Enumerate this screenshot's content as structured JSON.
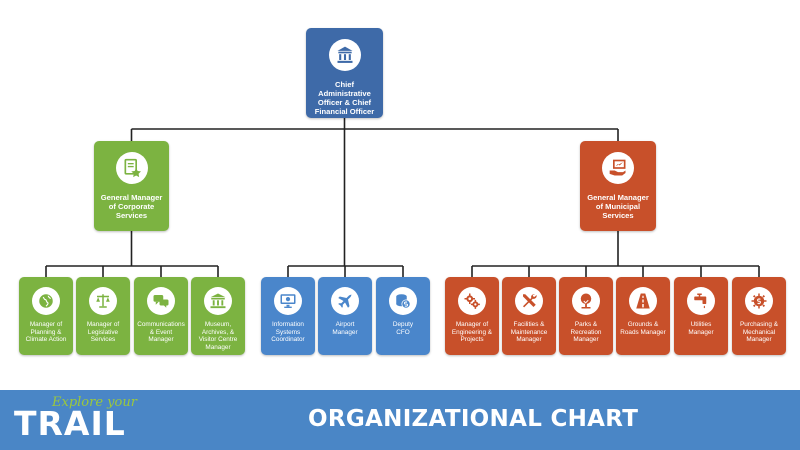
{
  "chart": {
    "root": {
      "label": "Chief\nAdministrative\nOfficer & Chief\nFinancial Officer",
      "icon": "city-hall-icon"
    },
    "branches": [
      {
        "label": "General Manager\nof Corporate\nServices",
        "icon": "document-star-icon",
        "color": "#7cb341",
        "children": [
          {
            "label": "Manager of\nPlanning &\nClimate Action",
            "icon": "globe-icon"
          },
          {
            "label": "Manager of\nLegislative\nServices",
            "icon": "scales-icon"
          },
          {
            "label": "Communications\n& Event\nManager",
            "icon": "chat-bubbles-icon"
          },
          {
            "label": "Museum,\nArchives, &\nVisitor Centre\nManager",
            "icon": "museum-icon"
          }
        ]
      },
      {
        "label": "",
        "icon": "",
        "color": "#4a86cb",
        "children": [
          {
            "label": "Information\nSystems\nCoordinator",
            "icon": "monitor-icon"
          },
          {
            "label": "Airport\nManager",
            "icon": "airplane-icon"
          },
          {
            "label": "Deputy\nCFO",
            "icon": "coins-icon"
          }
        ]
      },
      {
        "label": "General Manager\nof Municipal\nServices",
        "icon": "hand-plan-icon",
        "color": "#c8502a",
        "children": [
          {
            "label": "Manager of\nEngineering &\nProjects",
            "icon": "gears-icon"
          },
          {
            "label": "Facilities &\nMaintenance\nManager",
            "icon": "wrench-screwdriver-icon"
          },
          {
            "label": "Parks &\nRecreation\nManager",
            "icon": "tree-icon"
          },
          {
            "label": "Grounds &\nRoads Manager",
            "icon": "road-icon"
          },
          {
            "label": "Utilities\nManager",
            "icon": "faucet-icon"
          },
          {
            "label": "Purchasing &\nMechanical\nManager",
            "icon": "gear-dollar-icon"
          }
        ]
      }
    ]
  },
  "footer": {
    "title": "ORGANIZATIONAL CHART",
    "logo_script": "Explore your",
    "logo_word": "TRAIL"
  }
}
